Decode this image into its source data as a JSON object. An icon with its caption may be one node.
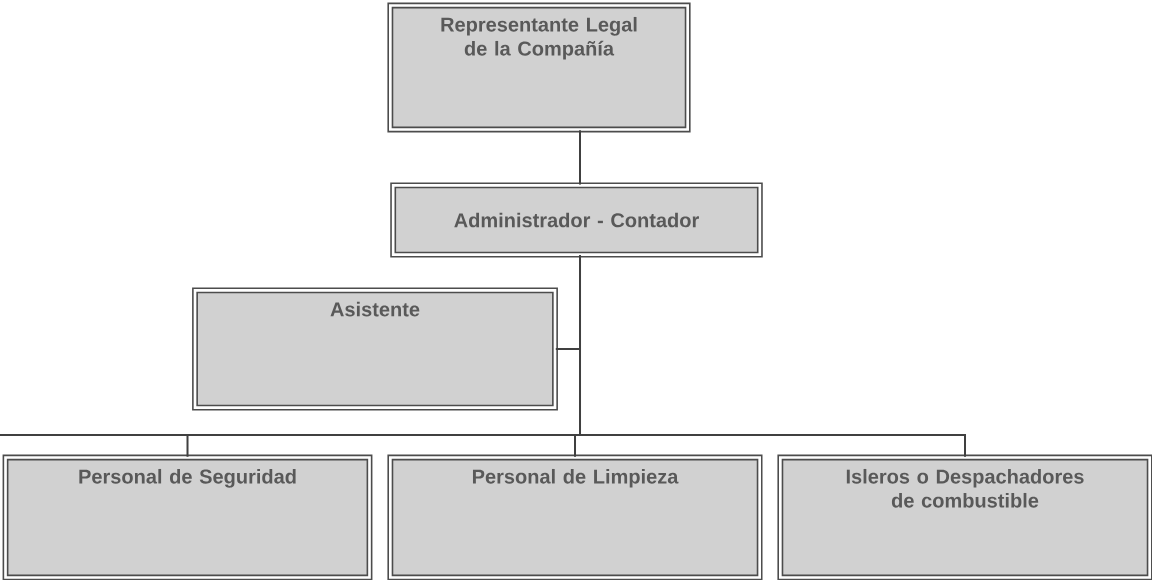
{
  "diagram": {
    "nodes": [
      {
        "text": [
          "Representante Legal de la Compañía"
        ]
      },
      {
        "text": [
          "Administrador - Contador"
        ]
      },
      {
        "text": [
          "Asistente"
        ]
      },
      {
        "text": [
          "Personal de Seguridad"
        ]
      },
      {
        "text": [
          "Personal de Limpieza"
        ]
      },
      {
        "text": [
          "Isleros o Despachadores de combustible"
        ]
      }
    ],
    "edges": [
      {
        "from": 0,
        "to": 1,
        "arrow": "none"
      },
      {
        "from": 1,
        "to": 2,
        "arrow": "none"
      },
      {
        "from": 1,
        "to": 3,
        "arrow": "none"
      },
      {
        "from": 1,
        "to": 4,
        "arrow": "none"
      },
      {
        "from": 1,
        "to": 5,
        "arrow": "none"
      }
    ]
  }
}
